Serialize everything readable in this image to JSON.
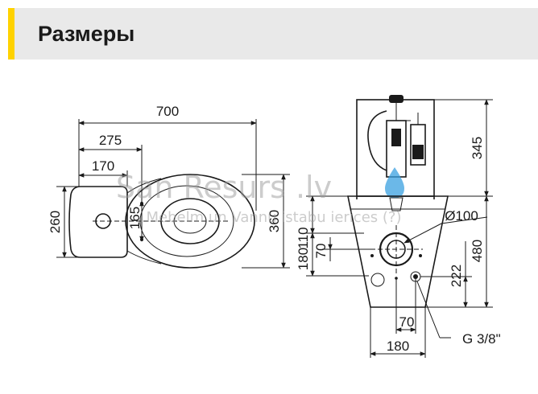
{
  "header": {
    "title": "Размеры",
    "accent_color": "#ffd200",
    "background": "#e9e9e9"
  },
  "watermark": {
    "line1": "San Resurs .lv",
    "line2": "Mebelm un Vannu istabu ierices (?)"
  },
  "dimensions": {
    "d700": "700",
    "d275": "275",
    "d170": "170",
    "d260": "260",
    "d165": "165",
    "d360": "360",
    "d345": "345",
    "d100": "Ø100",
    "d110": "110",
    "d180v": "180",
    "d70v": "70",
    "d480": "480",
    "d222": "222",
    "d70h": "70",
    "d180h": "180",
    "thread": "G 3/8\""
  }
}
